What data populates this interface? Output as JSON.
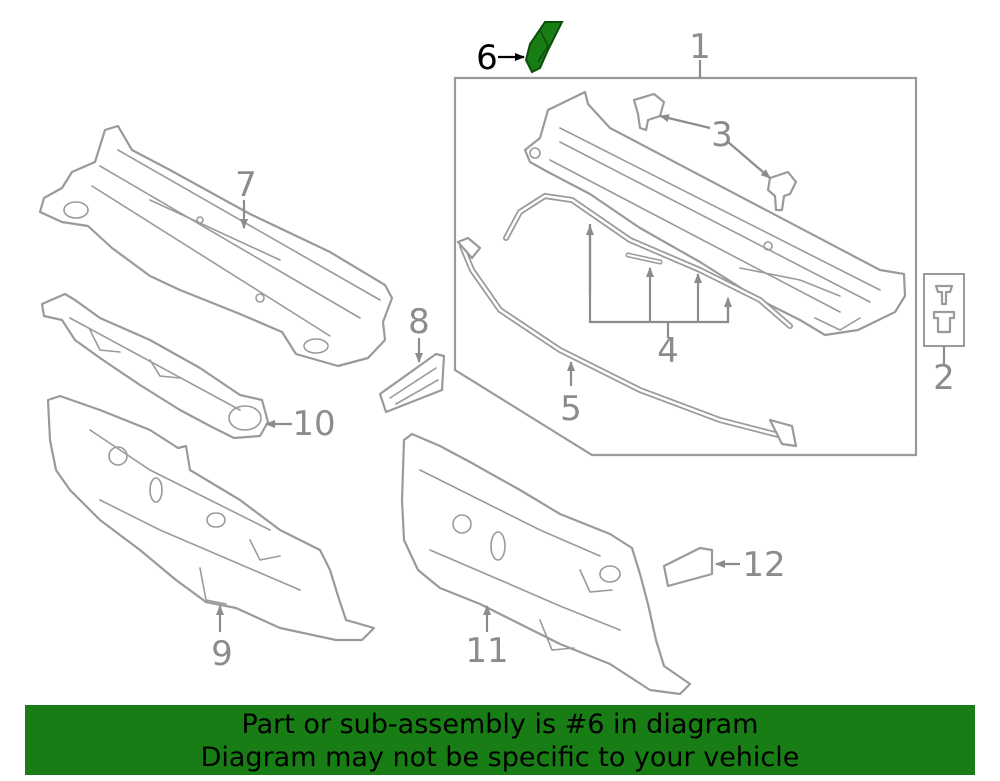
{
  "labels": {
    "n1": "1",
    "n2": "2",
    "n3": "3",
    "n4": "4",
    "n5": "5",
    "n6": "6",
    "n7": "7",
    "n8": "8",
    "n9": "9",
    "n10": "10",
    "n11": "11",
    "n12": "12"
  },
  "highlight": {
    "part_number": "6",
    "color": "#177d14"
  },
  "colors": {
    "line_art": "#9a9a9a",
    "label_text": "#8c8c8c",
    "highlight_label": "#000000",
    "banner_background": "#177d14"
  },
  "banner": {
    "line1": "Part or sub-assembly is #6 in diagram",
    "line2": "Diagram may not be specific to your vehicle"
  }
}
